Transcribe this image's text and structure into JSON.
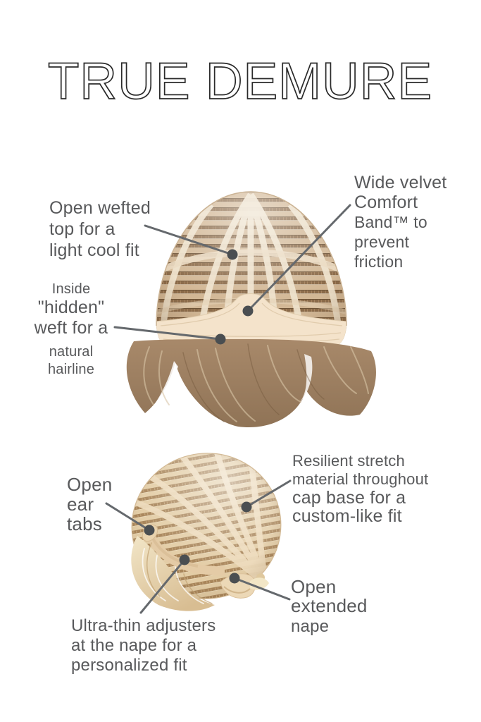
{
  "title": "TRUE DEMURE",
  "colors": {
    "background": "#ffffff",
    "title_text": "#2a2a2a",
    "label_text": "#58595b",
    "leader_line": "#65696d",
    "marker_dot": "#4a4e51",
    "cap_weft_tan": "#d2b795",
    "cap_open_slit": "#8a6a49",
    "ribbon_cream": "#eee1cb",
    "comfort_band": "#f4e3cb",
    "hair_brown": "#a8896a",
    "hair_blonde": "#f2e6c8"
  },
  "top_diagram": {
    "name": "wig cap interior back view",
    "labels": {
      "open_wefted": {
        "lines": [
          "Open wefted",
          "top for a",
          "light cool fit"
        ]
      },
      "comfort_band": {
        "lines": [
          "Wide velvet",
          "Comfort",
          "Band™ to",
          "prevent",
          "friction"
        ]
      },
      "hidden_weft": {
        "lines": [
          "Inside",
          "\"hidden\"",
          "weft for a",
          "natural",
          "hairline"
        ]
      }
    }
  },
  "bottom_diagram": {
    "name": "wig cap side angled view",
    "labels": {
      "ear_tabs": {
        "lines": [
          "Open",
          "ear",
          "tabs"
        ]
      },
      "stretch_material": {
        "lines": [
          "Resilient stretch",
          "material throughout",
          "cap base for a",
          "custom-like fit"
        ]
      },
      "extended_nape": {
        "lines": [
          "Open",
          "extended",
          "nape"
        ]
      },
      "nape_adjusters": {
        "lines": [
          "Ultra-thin adjusters",
          "at the nape for a",
          "personalized fit"
        ]
      }
    }
  }
}
